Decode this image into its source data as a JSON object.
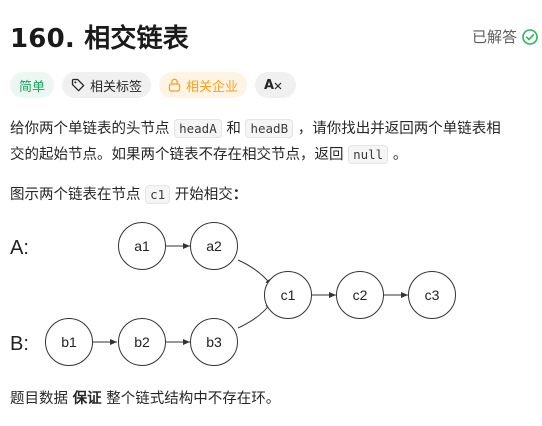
{
  "problem": {
    "title": "160. 相交链表",
    "status_label": "已解答",
    "status_icon": "check-circle-icon",
    "status_color": "#2db55d"
  },
  "tags": {
    "difficulty": "简单",
    "related_topics": "相关标签",
    "related_companies": "相关企业",
    "font_toggle": "A"
  },
  "description": {
    "line1_a": "给你两个单链表的头节点 ",
    "code_headA": "headA",
    "line1_b": " 和 ",
    "code_headB": "headB",
    "line1_c": " ，请你找出并返回两个单链表相",
    "line2_a": "交的起始节点。如果两个链表不存在相交节点，返回 ",
    "code_null": "null",
    "line2_b": " 。",
    "line3_a": "图示两个链表在节点 ",
    "code_c1": "c1",
    "line3_b": " 开始相交",
    "line3_c": "：",
    "line4_a": "题目数据 ",
    "line4_bold": "保证",
    "line4_b": " 整个链式结构中不存在环。"
  },
  "diagram": {
    "list_a_label": "A:",
    "list_b_label": "B:",
    "nodes": {
      "a1": "a1",
      "a2": "a2",
      "b1": "b1",
      "b2": "b2",
      "b3": "b3",
      "c1": "c1",
      "c2": "c2",
      "c3": "c3"
    }
  }
}
